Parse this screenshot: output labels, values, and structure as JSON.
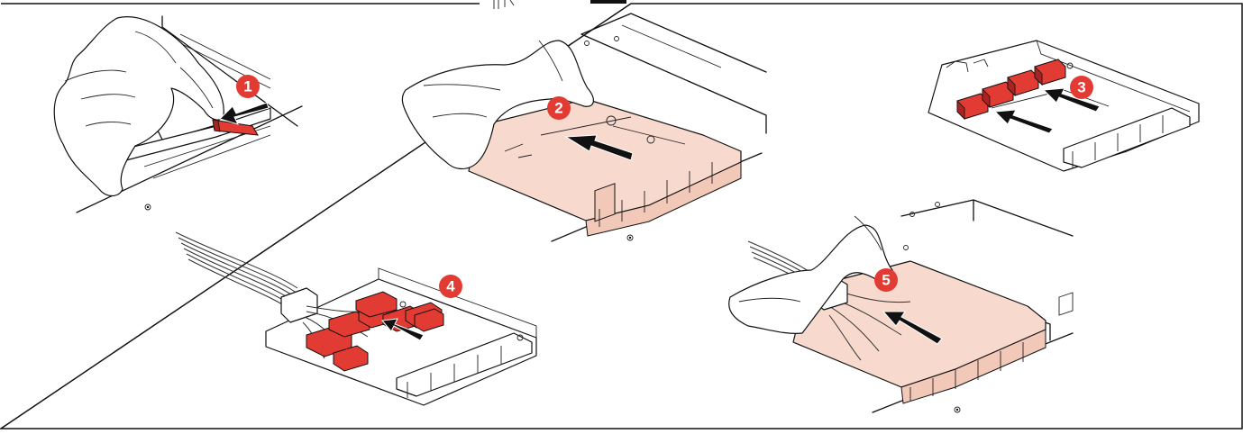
{
  "figure": {
    "frame_color": "#111111",
    "accent_color": "#e23b33",
    "tray_color": "#f7d9cd"
  },
  "steps": [
    {
      "number": "1",
      "icon": "hand-pressing-latch"
    },
    {
      "number": "2",
      "icon": "hand-sliding-tray-in"
    },
    {
      "number": "3",
      "icon": "adapters-inserted-into-tray"
    },
    {
      "number": "4",
      "icon": "cabled-connectors-inserted"
    },
    {
      "number": "5",
      "icon": "hand-sliding-cabled-tray"
    }
  ]
}
